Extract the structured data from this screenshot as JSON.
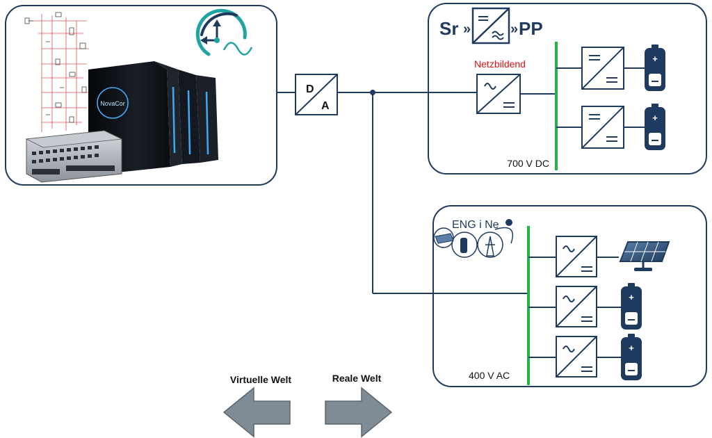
{
  "colors": {
    "frame": "#1f3a5f",
    "bus": "#22b34a",
    "wire": "#1f3a5f",
    "highlight": "#e01010",
    "arrow_fill": "#7f8c96",
    "arrow_stroke": "#5a6670",
    "battery": "#1f3a5f",
    "server": "#0c0f14",
    "server_glow": "#3fa9f5"
  },
  "icons": {
    "clock": "clock-sine-icon",
    "servers": "novacor-server-icon",
    "simulator": "simulator-rack-icon",
    "schematic": "circuit-schematic-icon",
    "dc_dc": "dc-dc-converter-icon",
    "dc_ac": "dc-ac-converter-icon",
    "battery": "battery-icon",
    "solar": "solar-panel-icon",
    "engine_logo": "engine-logo-icon"
  },
  "da_converter": {
    "d_label": "D",
    "a_label": "A"
  },
  "srpp": {
    "logo_left": "Sr",
    "logo_right": "PP",
    "gridforming_label": "Netzbildend",
    "voltage_label": "700 V DC"
  },
  "engine": {
    "logo_text": "ENG i Ne",
    "voltage_label": "400 V AC"
  },
  "servers": {
    "brand": "NovaCor"
  },
  "worlds": {
    "virtual_label": "Virtuelle Welt",
    "real_label": "Reale Welt"
  }
}
